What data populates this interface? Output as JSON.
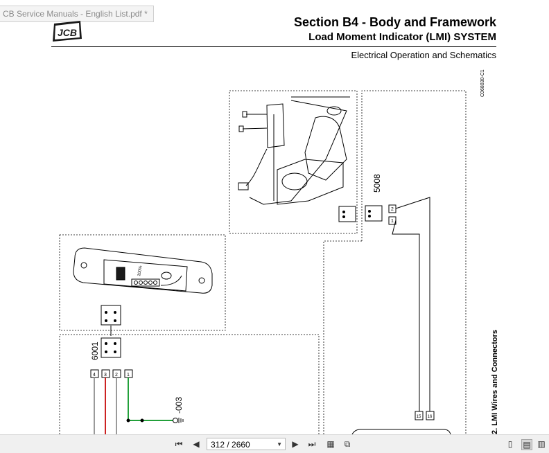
{
  "viewer": {
    "tab_title": "CB Service Manuals - English List.pdf *",
    "page_indicator": "312 / 2660"
  },
  "header": {
    "brand": "JCB",
    "section_title": "Section B4 - Body and Framework",
    "subtitle": "Load Moment Indicator (LMI) SYSTEM",
    "topic": "Electrical Operation and Schematics"
  },
  "figure": {
    "figure_ref": "C068030-C1",
    "caption": "2. LMI Wires and Connectors",
    "connector_5008": "5008",
    "connector_6001": "6001",
    "connector_003": "-003",
    "indicator_label": "100%",
    "pins_5008": [
      "2",
      "1"
    ],
    "pins_6001": [
      "4",
      "3",
      "2",
      "1"
    ],
    "pins_ecu": [
      "15",
      "16"
    ],
    "wire_colors": {
      "red": "#cc2222",
      "green": "#22a03a",
      "black": "#000000"
    }
  }
}
